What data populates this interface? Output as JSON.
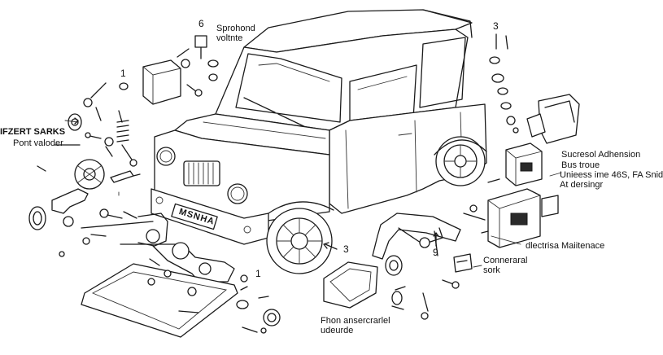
{
  "labels": {
    "num_6": "6",
    "sprohond": "Sprohond",
    "voltnte": "voltnte",
    "num_1": "1",
    "num_3_top": "3",
    "ifzert_sarks": "IFZERT SARKS",
    "pont_valoder": "Pont valoder",
    "sucresol_adhension": "Sucresol Adhension",
    "bus_troue": "Bus troue",
    "unieess": "Unieess ime 46S, FA Snid",
    "at_dersingr": "At dersingr",
    "num_3_mid": "3",
    "num_9": "9",
    "dlectrisa": "dlectrisa Maiitenace",
    "conneraral": "Conneraral",
    "sork": "sork",
    "num_1_bottom": "1",
    "fhon": "Fhon ansercrarlel",
    "uderde": "udeurde",
    "plate": "MSNHA"
  },
  "colors": {
    "ink": "#1a1a1a",
    "background": "#ffffff"
  }
}
